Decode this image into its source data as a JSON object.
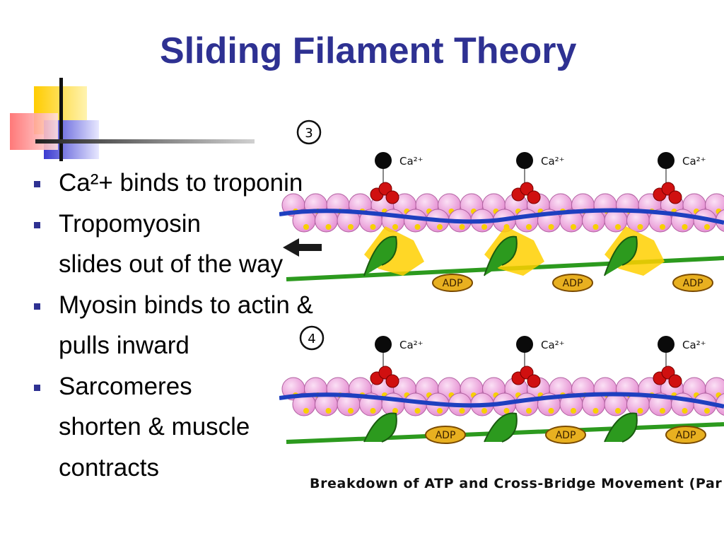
{
  "slide": {
    "title": "Sliding Filament Theory",
    "bullets": [
      {
        "lines": [
          "Ca²+ binds to troponin"
        ]
      },
      {
        "lines": [
          "Tropomyosin",
          "slides out of the way"
        ]
      },
      {
        "lines": [
          "Myosin binds to actin &",
          "pulls inward"
        ]
      },
      {
        "lines": [
          "Sarcomeres",
          "shorten & muscle",
          "contracts"
        ]
      }
    ]
  },
  "diagram": {
    "step_top": "3",
    "step_bottom": "4",
    "calcium_label": "Ca²⁺",
    "adp_label": "ADP",
    "caption": "Breakdown of ATP and Cross-Bridge Movement (Par",
    "colors": {
      "title": "#2e3192",
      "bullet": "#2e3192",
      "actin": "#f0a8e0",
      "actin_dot": "#f7d000",
      "tropomyosin": "#1e3fbf",
      "troponin": "#d01010",
      "calcium": "#0a0a0a",
      "myosin": "#2c9a1e",
      "energy": "#ffd000",
      "adp": "#e8b020"
    }
  }
}
